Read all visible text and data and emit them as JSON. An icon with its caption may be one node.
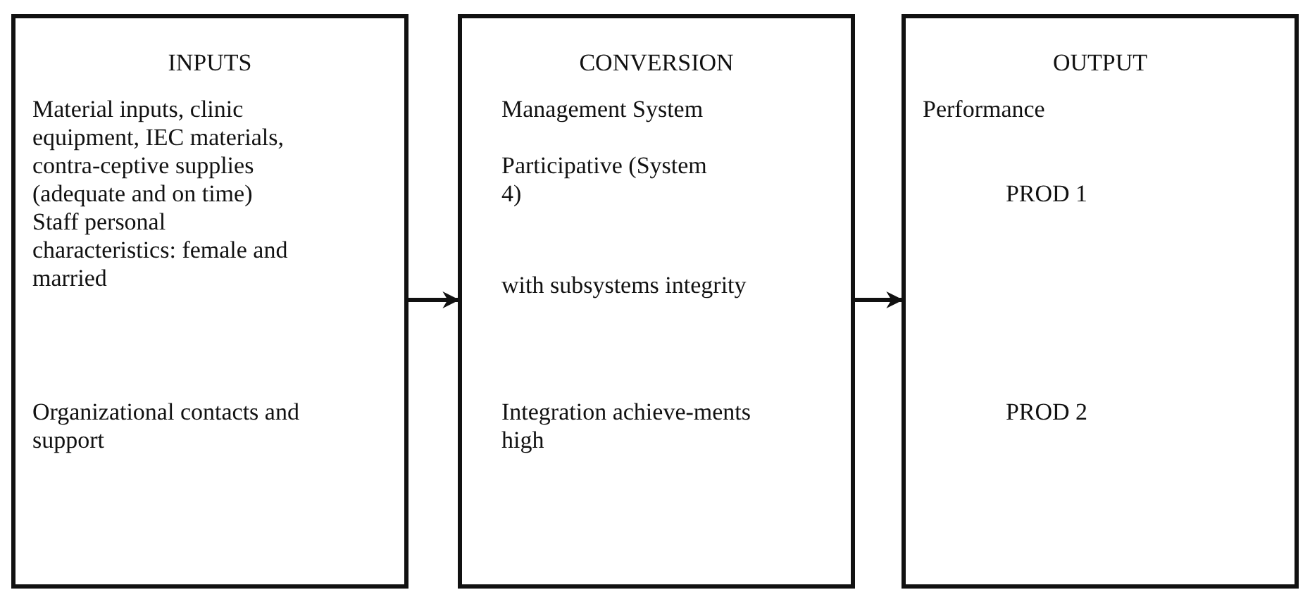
{
  "diagram": {
    "nodes": [
      {
        "text": [
          "INPUTS",
          "Material inputs, clinic equipment, IEC materials, contra-ceptive supplies (adequate and on time)",
          "Staff personal characteristics: female and married",
          "Organizational contacts and support"
        ]
      },
      {
        "text": [
          "CONVERSION",
          "Management System",
          "Participative (System 4)",
          "with subsystems integrity",
          "Integration achieve-ments high"
        ]
      },
      {
        "text": [
          "OUTPUT",
          "Performance",
          "PROD 1",
          "PROD 2"
        ]
      }
    ],
    "edges": [
      {
        "from": 0,
        "to": 1,
        "arrow": "to"
      },
      {
        "from": 1,
        "to": 2,
        "arrow": "to"
      }
    ]
  }
}
